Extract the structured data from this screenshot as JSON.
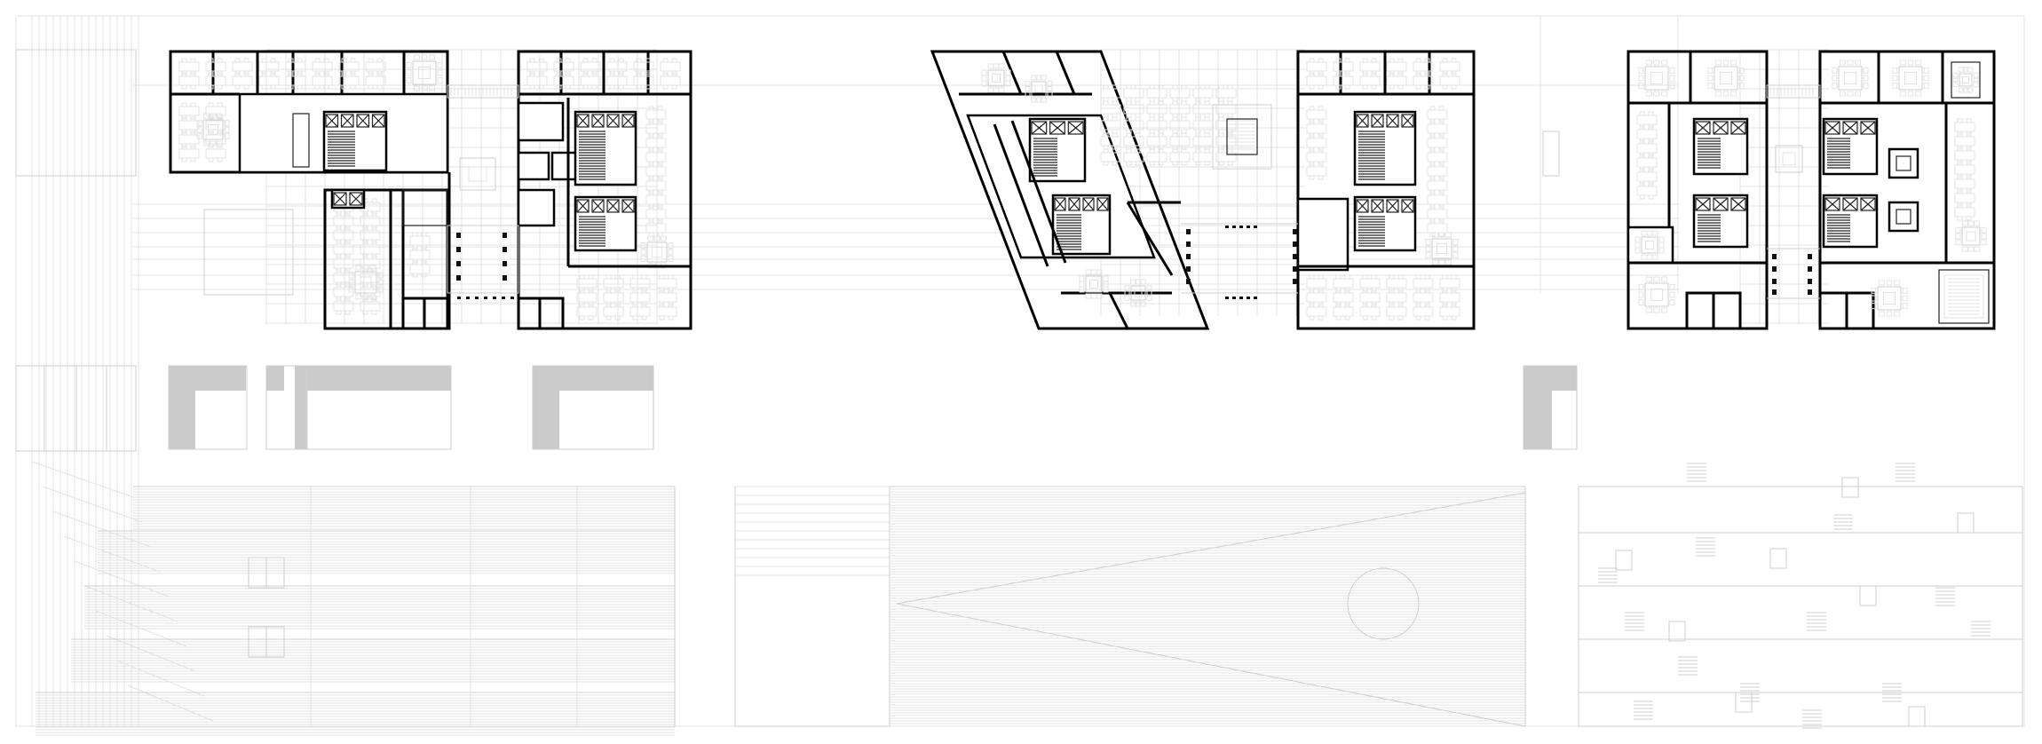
{
  "drawing": {
    "kind": "architectural floor plans",
    "plans": [
      "plan-left",
      "plan-middle",
      "plan-right"
    ],
    "colors": {
      "wall": "#000000",
      "furniture": "#bdbdbd",
      "grid": "#dcdcdc",
      "solid": "#cbcbcb",
      "background": "#ffffff"
    }
  }
}
